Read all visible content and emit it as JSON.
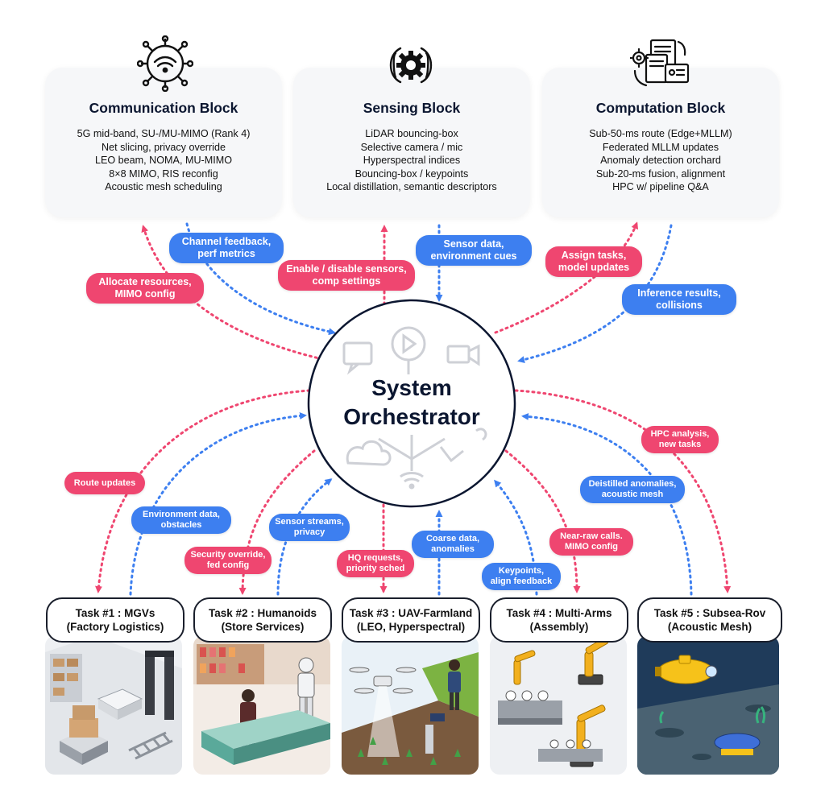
{
  "blocks": {
    "communication": {
      "icon": "wifi-network-icon",
      "title": "Communication Block",
      "lines": [
        "5G mid-band, SU-/MU-MIMO (Rank 4)",
        "Net slicing, privacy override",
        "LEO beam, NOMA, MU-MIMO",
        "8×8 MIMO, RIS reconfig",
        "Acoustic mesh scheduling"
      ]
    },
    "sensing": {
      "icon": "gear-sensor-icon",
      "title": "Sensing Block",
      "lines": [
        "LiDAR bouncing-box",
        "Selective camera / mic",
        "Hyperspectral indices",
        "Bouncing-box / keypoints",
        "Local distillation, semantic descriptors"
      ]
    },
    "computation": {
      "icon": "computation-dashboard-icon",
      "title": "Computation Block",
      "lines": [
        "Sub-50-ms route (Edge+MLLM)",
        "Federated MLLM updates",
        "Anomaly detection orchard",
        "Sub-20-ms fusion, alignment",
        "HPC w/ pipeline Q&A"
      ]
    }
  },
  "orchestrator": {
    "line1": "System",
    "line2": "Orchestrator"
  },
  "labels": {
    "channel_feedback": [
      "Channel feedback,",
      "perf metrics"
    ],
    "allocate_resources": [
      "Allocate resources,",
      "MIMO config"
    ],
    "enable_disable": [
      "Enable / disable sensors,",
      "comp settings"
    ],
    "sensor_data": [
      "Sensor data,",
      "environment cues"
    ],
    "assign_tasks": [
      "Assign tasks,",
      "model updates"
    ],
    "inference_results": [
      "Inference results,",
      "collisions"
    ],
    "route_updates": [
      "Route updates"
    ],
    "environment_data": [
      "Environment data,",
      "obstacles"
    ],
    "sensor_streams": [
      "Sensor streams,",
      "privacy"
    ],
    "security_override": [
      "Security override,",
      "fed config"
    ],
    "hq_requests": [
      "HQ requests,",
      "priority sched"
    ],
    "coarse_data": [
      "Coarse data,",
      "anomalies"
    ],
    "keypoints": [
      "Keypoints,",
      "align feedback"
    ],
    "near_raw": [
      "Near-raw calls.",
      "MIMO config"
    ],
    "distilled": [
      "Deistilled anomalies,",
      "acoustic mesh"
    ],
    "hpc_analysis": [
      "HPC analysis,",
      "new tasks"
    ]
  },
  "tasks": [
    {
      "line1": "Task #1 : MGVs",
      "line2": "(Factory Logistics)"
    },
    {
      "line1": "Task #2 : Humanoids",
      "line2": "(Store Services)"
    },
    {
      "line1": "Task #3 : UAV-Farmland",
      "line2": "(LEO, Hyperspectral)"
    },
    {
      "line1": "Task #4 : Multi-Arms",
      "line2": "(Assembly)"
    },
    {
      "line1": "Task #5 : Subsea-Rov",
      "line2": "(Acoustic Mesh)"
    }
  ],
  "colors": {
    "pink": "#ef4670",
    "blue": "#3d7ff0",
    "navy": "#0b1630",
    "ocean": "#1f3b5a"
  }
}
